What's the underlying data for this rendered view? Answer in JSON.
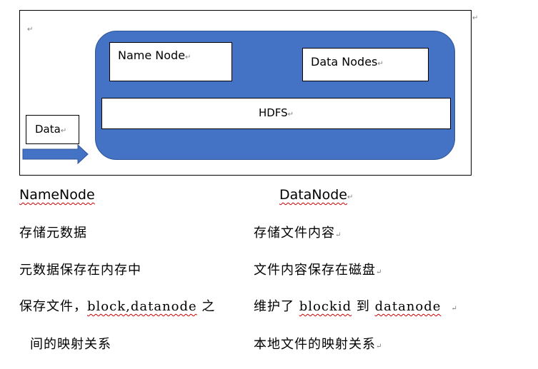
{
  "diagram": {
    "name_node_label": "Name Node",
    "data_nodes_label": "Data Nodes",
    "hdfs_label": "HDFS",
    "data_label": "Data",
    "paragraph_mark": "↵",
    "panel_color": "#4472c4",
    "arrow_color": "#4472c4"
  },
  "text": {
    "namenode_heading": "NameNode",
    "datanode_heading": "DataNode",
    "rows": [
      {
        "left": "存储元数据",
        "right": "存储文件内容"
      },
      {
        "left": "元数据保存在内存中",
        "right": "文件内容保存在磁盘"
      },
      {
        "left_a": "保存文件，",
        "left_b": "block,datanode",
        "left_c": " 之",
        "right_a": "维护了 ",
        "right_b": "blockid",
        "right_c": " 到 ",
        "right_d": "datanode"
      },
      {
        "left": "间的映射关系",
        "right": "本地文件的映射关系"
      }
    ]
  }
}
